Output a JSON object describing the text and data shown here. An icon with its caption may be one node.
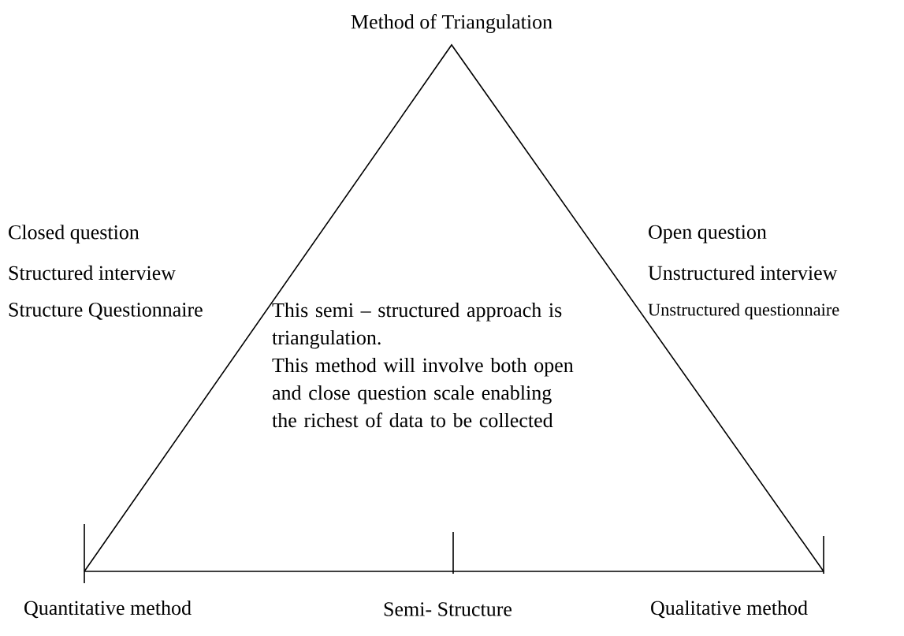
{
  "diagram": {
    "title": "Method of Triangulation",
    "labels": [
      "Closed question",
      "Open question",
      "Structured interview",
      "Unstructured interview",
      "Structure Questionnaire",
      "This semi – structured approach is triangulation.",
      "Unstructured questionnaire",
      "This method will involve both open and close question scale enabling the richest of data to be collected",
      "Quantitative method",
      "Semi- Structure",
      "Qualitative method"
    ]
  }
}
